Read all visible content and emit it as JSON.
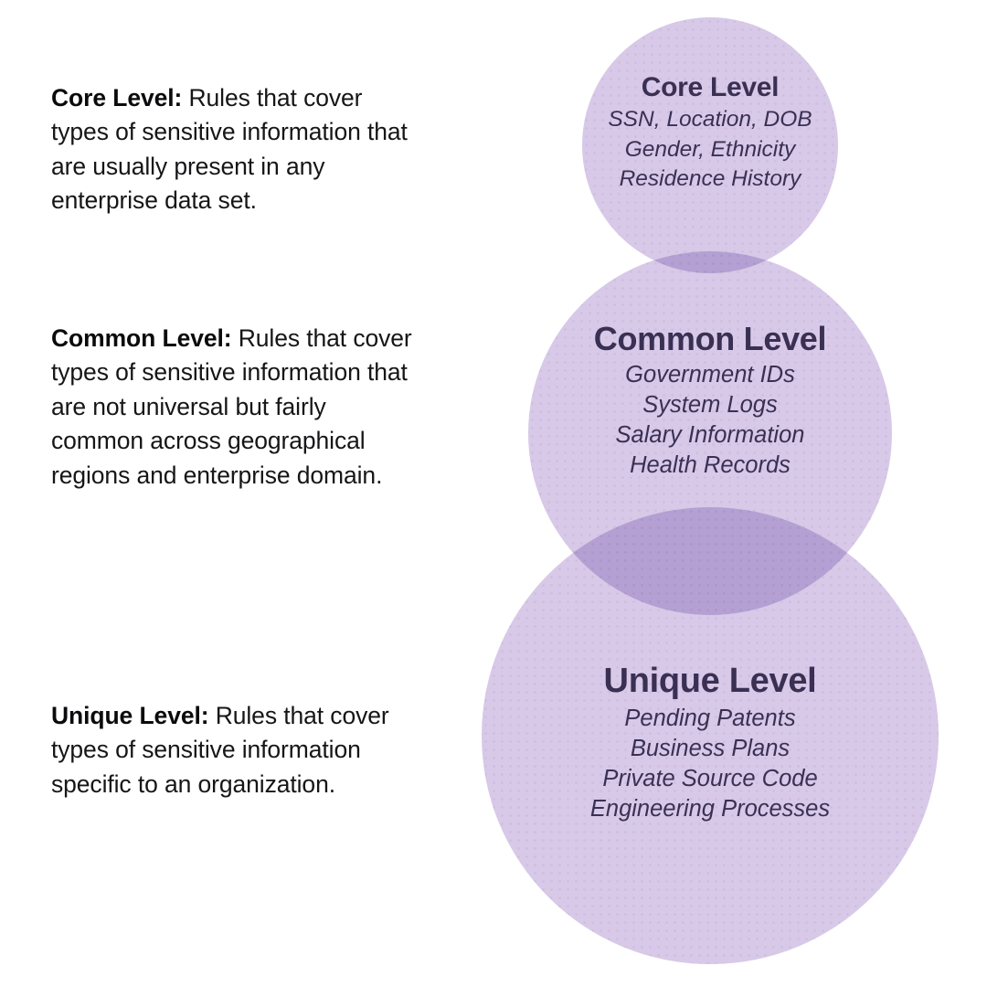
{
  "diagram": {
    "type": "venn-stack",
    "accent_circle_color": "#d7c9e7",
    "overlap_color": "#b4a0d2",
    "text_color": "#3a3054",
    "body_text_color": "#161618",
    "background_color": "#ffffff"
  },
  "descriptions": [
    {
      "lead": "Core Level:",
      "rest": " Rules that cover types of sensitive information that are usually present in any enterprise data set."
    },
    {
      "lead": "Common Level:",
      "rest": " Rules that cover types of sensitive information that are not universal but fairly common across geographical regions and enterprise domain."
    },
    {
      "lead": "Unique Level:",
      "rest": " Rules that cover types of sensitive information specific to an organization."
    }
  ],
  "circles": [
    {
      "title": "Core Level",
      "items": [
        "SSN, Location, DOB",
        "Gender, Ethnicity",
        "Residence History"
      ]
    },
    {
      "title": "Common Level",
      "items": [
        "Government IDs",
        "System Logs",
        "Salary Information",
        "Health Records"
      ]
    },
    {
      "title": "Unique Level",
      "items": [
        "Pending Patents",
        "Business Plans",
        "Private Source Code",
        "Engineering Processes"
      ]
    }
  ]
}
